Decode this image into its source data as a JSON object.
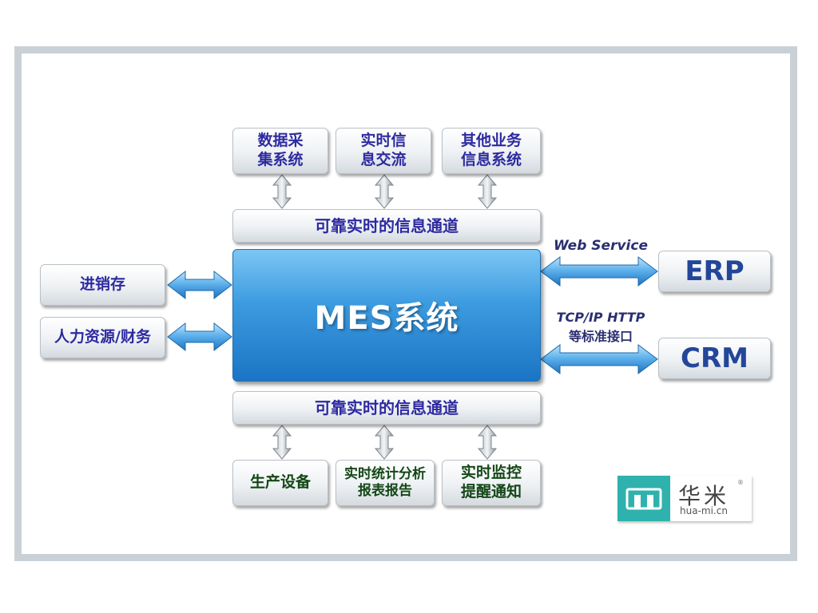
{
  "diagram": {
    "top_boxes": [
      {
        "line1": "数据采",
        "line2": "集系统"
      },
      {
        "line1": "实时信",
        "line2": "息交流"
      },
      {
        "line1": "其他业务",
        "line2": "信息系统"
      }
    ],
    "top_channel": "可靠实时的信息通道",
    "center": "MES系统",
    "bottom_channel": "可靠实时的信息通道",
    "bottom_boxes": [
      {
        "line1": "生产设备",
        "line2": ""
      },
      {
        "line1": "实时统计分析",
        "line2": "报表报告"
      },
      {
        "line1": "实时监控",
        "line2": "提醒通知"
      }
    ],
    "left_boxes": [
      "进销存",
      "人力资源/财务"
    ],
    "right_boxes": [
      "ERP",
      "CRM"
    ],
    "right_labels": {
      "web_service": "Web Service",
      "protocol_line1": "TCP/IP HTTP",
      "protocol_line2": "等标准接口"
    },
    "colors": {
      "center_blue": "#1b74c4",
      "arrow_blue": "#2f8ad6",
      "arrow_gray": "#8e969c",
      "purple_text": "#2d2aa0",
      "green_text": "#134716"
    }
  },
  "logo": {
    "cn": "华米",
    "en": "hua-mi.cn",
    "reg": "®"
  }
}
